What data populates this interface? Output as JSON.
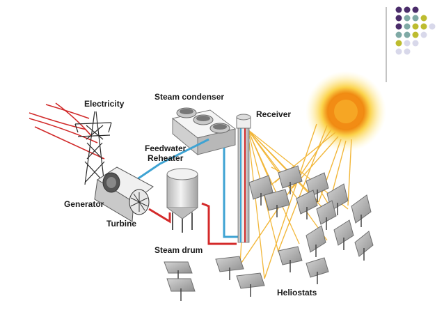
{
  "labels": {
    "electricity": "Electricity",
    "steam_condenser": "Steam condenser",
    "receiver": "Receiver",
    "feedwater_reheater": "Feedwater\nReheater",
    "generator": "Generator",
    "turbine": "Turbine",
    "steam_drum": "Steam drum",
    "heliostats": "Heliostats"
  },
  "colors": {
    "hot_pipe": "#d42a2a",
    "cold_pipe": "#3ea3d3",
    "light_ray": "#f2b73a",
    "sun_core": "#f29418",
    "sun_glow": "#ffe27a",
    "power_line": "#d12a2a",
    "metal_light": "#e6e6e6",
    "metal_dark": "#9a9a9a",
    "dot_purple": "#4a2c6a",
    "dot_teal": "#7fa9a5",
    "dot_olive": "#bdbc2f",
    "dot_lavender": "#d8d8ea"
  },
  "corner_dots": [
    [
      "purple",
      "purple",
      "purple",
      "",
      ""
    ],
    [
      "purple",
      "teal",
      "teal",
      "olive",
      ""
    ],
    [
      "purple",
      "teal",
      "olive",
      "olive",
      "lavender"
    ],
    [
      "teal",
      "teal",
      "olive",
      "lavender",
      ""
    ],
    [
      "olive",
      "lavender",
      "lavender",
      "",
      ""
    ],
    [
      "lavender",
      "lavender",
      "",
      "",
      ""
    ]
  ]
}
